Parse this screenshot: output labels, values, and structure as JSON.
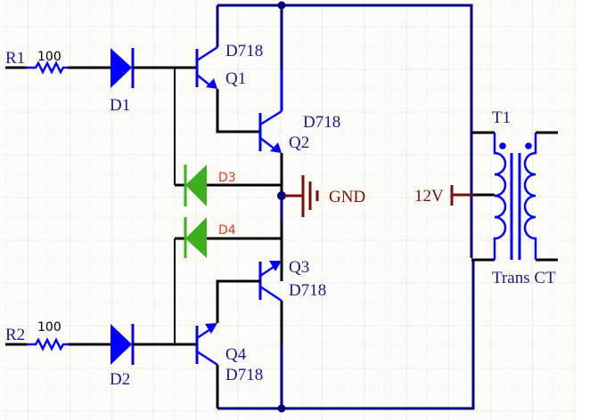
{
  "schematic": {
    "title": "Push-pull transformer driver schematic",
    "colors": {
      "background": "#fdfbf6",
      "grid": "#ebe9e3",
      "wire_black": "#000000",
      "wire_navy": "#000080",
      "component_blue": "#0000ff",
      "label_navy": "#1a1a8c",
      "diode_green": "#3cb01e",
      "designator_red": "#e03a1e",
      "power_maroon": "#7a0c0c"
    },
    "components": {
      "r1": {
        "designator": "R1",
        "value": "100"
      },
      "r2": {
        "designator": "R2",
        "value": "100"
      },
      "d1": {
        "designator": "D1"
      },
      "d2": {
        "designator": "D2"
      },
      "d3": {
        "designator": "D3"
      },
      "d4": {
        "designator": "D4"
      },
      "q1": {
        "designator": "Q1",
        "part": "D718"
      },
      "q2": {
        "designator": "Q2",
        "part": "D718"
      },
      "q3": {
        "designator": "Q3",
        "part": "D718"
      },
      "q4": {
        "designator": "Q4",
        "part": "D718"
      },
      "t1": {
        "designator": "T1",
        "part": "Trans CT"
      }
    },
    "power_ports": {
      "gnd": {
        "label": "GND"
      },
      "vcc": {
        "label": "12V"
      }
    }
  }
}
